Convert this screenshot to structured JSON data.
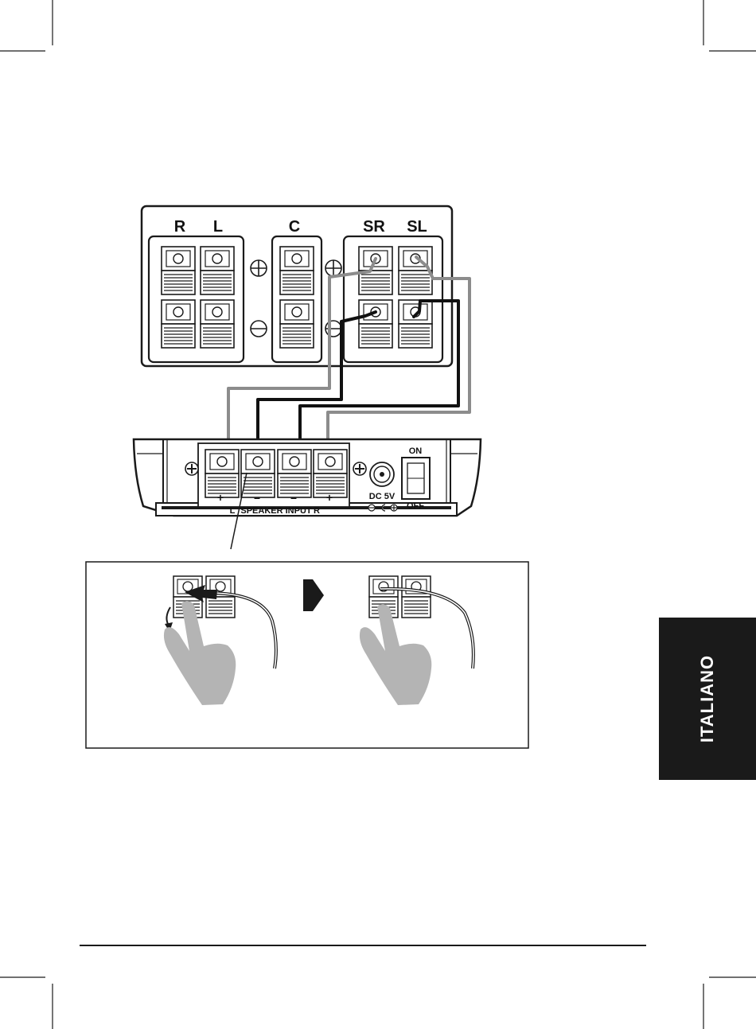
{
  "side_tab": {
    "language": "ITALIANO"
  },
  "speaker_panel": {
    "channels": {
      "r": "R",
      "l": "L",
      "c": "C",
      "sr": "SR",
      "sl": "SL"
    }
  },
  "subwoofer_panel": {
    "input_polarity": {
      "l": "+",
      "l_neg": "–",
      "r_neg": "–",
      "r": "+"
    },
    "input_caption": {
      "left": "L",
      "middle": "SPEAKER INPUT",
      "right": "R"
    },
    "power_input": {
      "label": "DC 5V"
    },
    "power_switch": {
      "on": "ON",
      "off": "OFF"
    }
  },
  "colors": {
    "ink": "#1a1a1a",
    "wire_dark": "#111111",
    "wire_grey": "#8c8c8c",
    "hand": "#b4b4b4"
  }
}
